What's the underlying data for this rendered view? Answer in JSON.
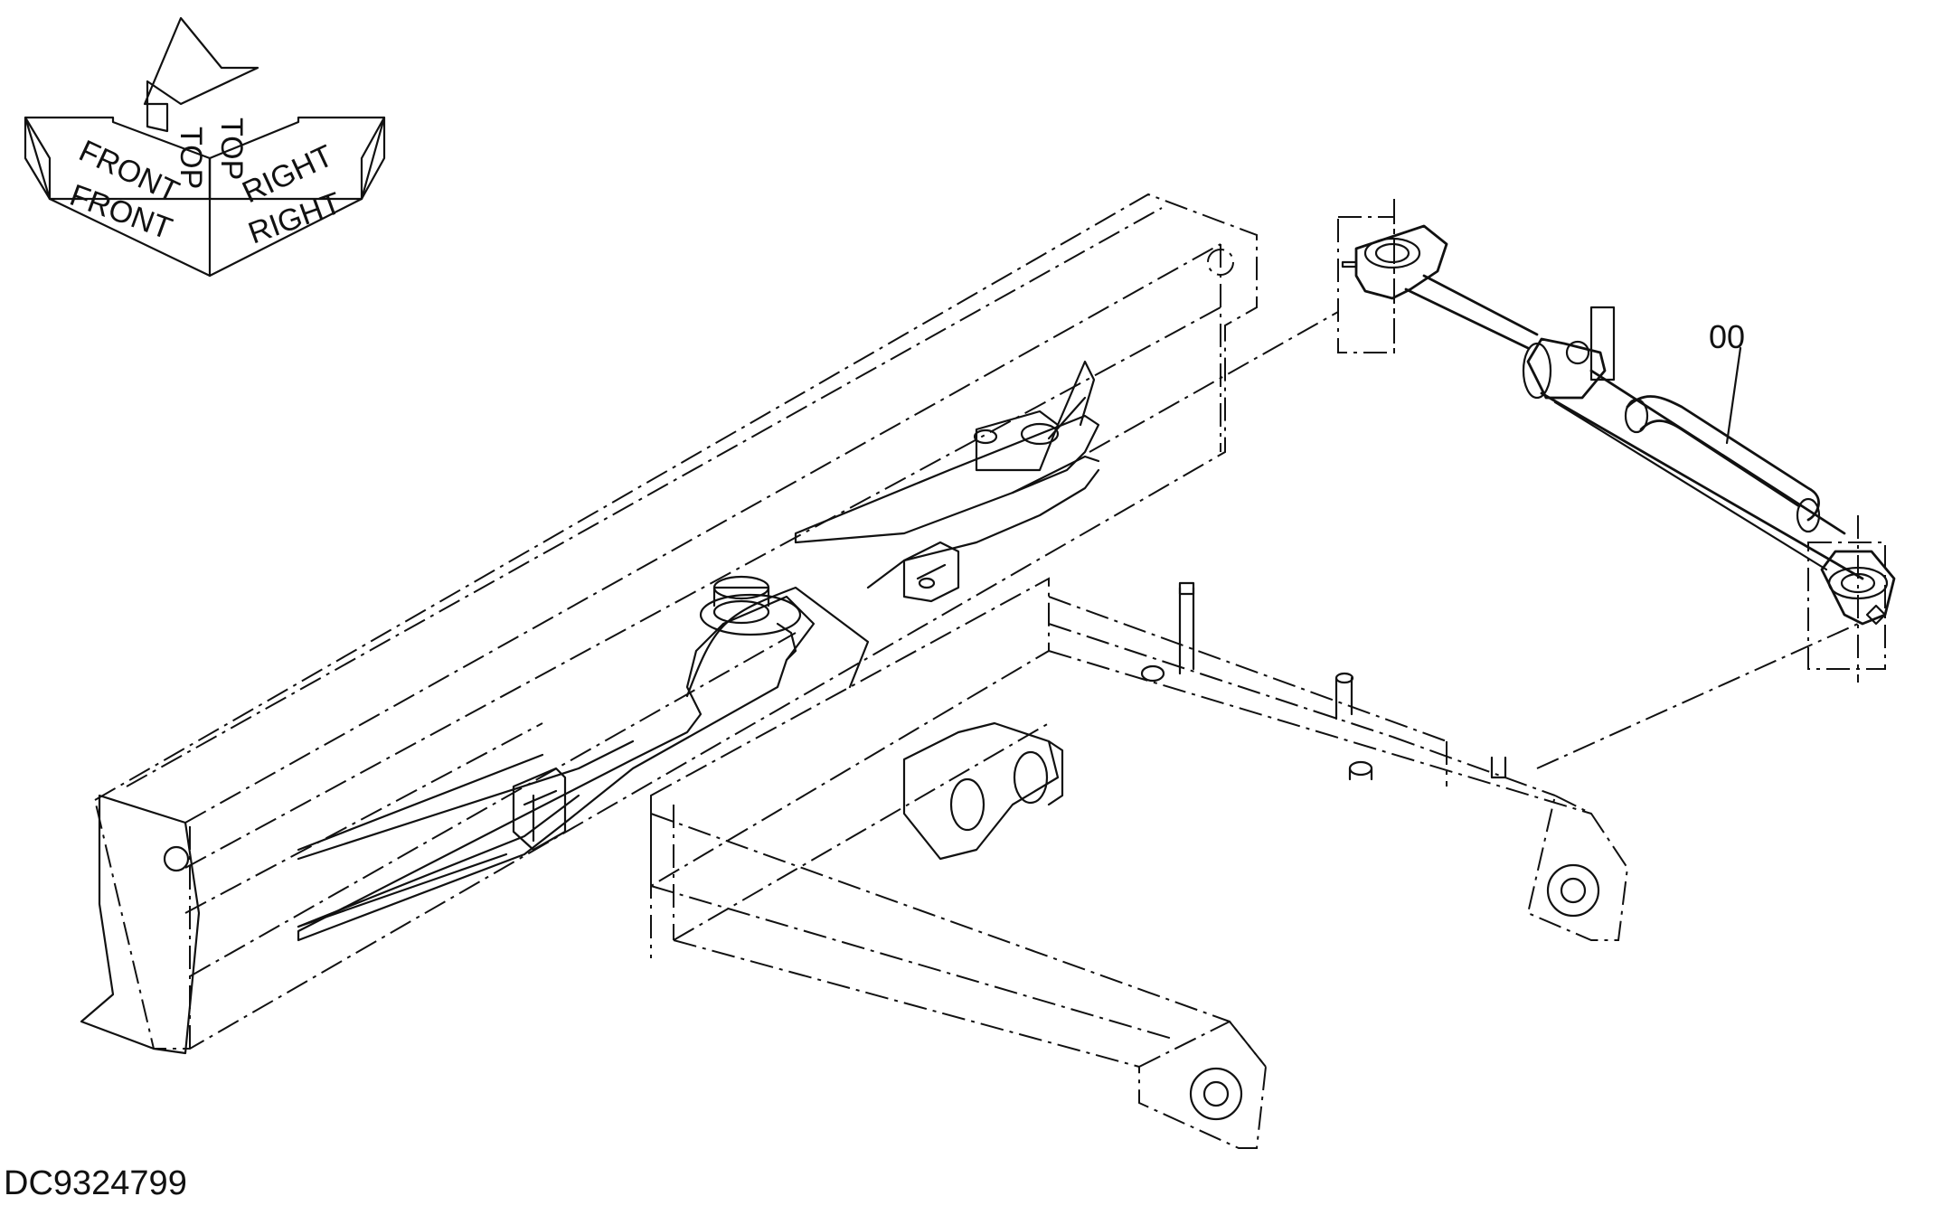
{
  "orientation_indicator": {
    "top_label": "TOP",
    "front_label": "FRONT",
    "right_label": "RIGHT"
  },
  "callouts": [
    {
      "number": "00"
    }
  ],
  "drawing_code": "DC9324799"
}
